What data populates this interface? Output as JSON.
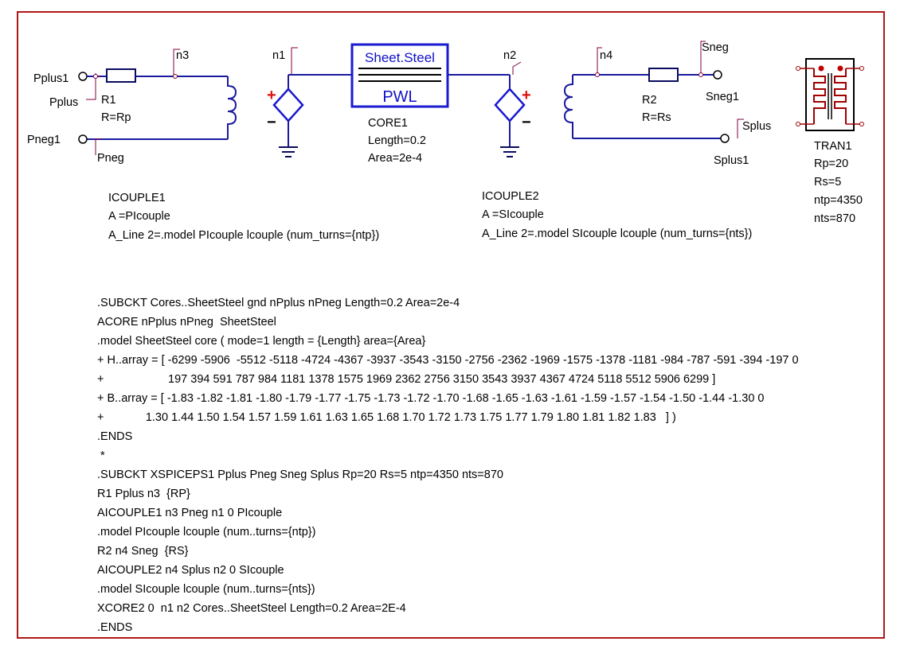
{
  "labels": {
    "pplus1": "Pplus1",
    "pplus": "Pplus",
    "pneg1": "Pneg1",
    "pneg": "Pneg",
    "n3": "n3",
    "r1_name": "R1",
    "r1_value": "R=Rp",
    "n1": "n1",
    "core_top": "Sheet.Steel",
    "core_bottom": "PWL",
    "core_name": "CORE1",
    "core_length": "Length=0.2",
    "core_area": "Area=2e-4",
    "n2": "n2",
    "n4": "n4",
    "r2_name": "R2",
    "r2_value": "R=Rs",
    "sneg": "Sneg",
    "sneg1": "Sneg1",
    "splus": "Splus",
    "splus1": "Splus1",
    "tran_name": "TRAN1",
    "tran_rp": "Rp=20",
    "tran_rs": "Rs=5",
    "tran_ntp": "ntp=4350",
    "tran_nts": "nts=870",
    "icouple1_name": "ICOUPLE1",
    "icouple1_a": "A =PIcouple",
    "icouple1_aline": "A_Line 2=.model PIcouple lcouple (num_turns={ntp})",
    "icouple2_name": "ICOUPLE2",
    "icouple2_a": "A =SIcouple",
    "icouple2_aline": "A_Line 2=.model SIcouple lcouple (num_turns={nts})",
    "src_plus": "+",
    "src_minus": "−"
  },
  "netlist": [
    ".SUBCKT Cores..SheetSteel gnd nPplus nPneg Length=0.2 Area=2e-4",
    "ACORE nPplus nPneg  SheetSteel",
    ".model SheetSteel core ( mode=1 length = {Length} area={Area}",
    "+ H..array = [ -6299 -5906  -5512 -5118 -4724 -4367 -3937 -3543 -3150 -2756 -2362 -1969 -1575 -1378 -1181 -984 -787 -591 -394 -197 0",
    "+                    197 394 591 787 984 1181 1378 1575 1969 2362 2756 3150 3543 3937 4367 4724 5118 5512 5906 6299 ]",
    "+ B..array = [ -1.83 -1.82 -1.81 -1.80 -1.79 -1.77 -1.75 -1.73 -1.72 -1.70 -1.68 -1.65 -1.63 -1.61 -1.59 -1.57 -1.54 -1.50 -1.44 -1.30 0",
    "+             1.30 1.44 1.50 1.54 1.57 1.59 1.61 1.63 1.65 1.68 1.70 1.72 1.73 1.75 1.77 1.79 1.80 1.81 1.82 1.83   ] )",
    ".ENDS",
    " *",
    ".SUBCKT XSPICEPS1 Pplus Pneg Sneg Splus Rp=20 Rs=5 ntp=4350 nts=870",
    "R1 Pplus n3  {RP}",
    "AICOUPLE1 n3 Pneg n1 0 PIcouple",
    ".model PIcouple lcouple (num..turns={ntp})",
    "R2 n4 Sneg  {RS}",
    "AICOUPLE2 n4 Splus n2 0 SIcouple",
    ".model SIcouple lcouple (num..turns={nts})",
    "XCORE2 0  n1 n2 Cores..SheetSteel Length=0.2 Area=2E-4",
    ".ENDS"
  ],
  "colors": {
    "frame": "#b01717",
    "wire": "#1a1aa0",
    "core_text": "#1010c8",
    "pin": "#800040",
    "source_plus": "#e01010"
  }
}
